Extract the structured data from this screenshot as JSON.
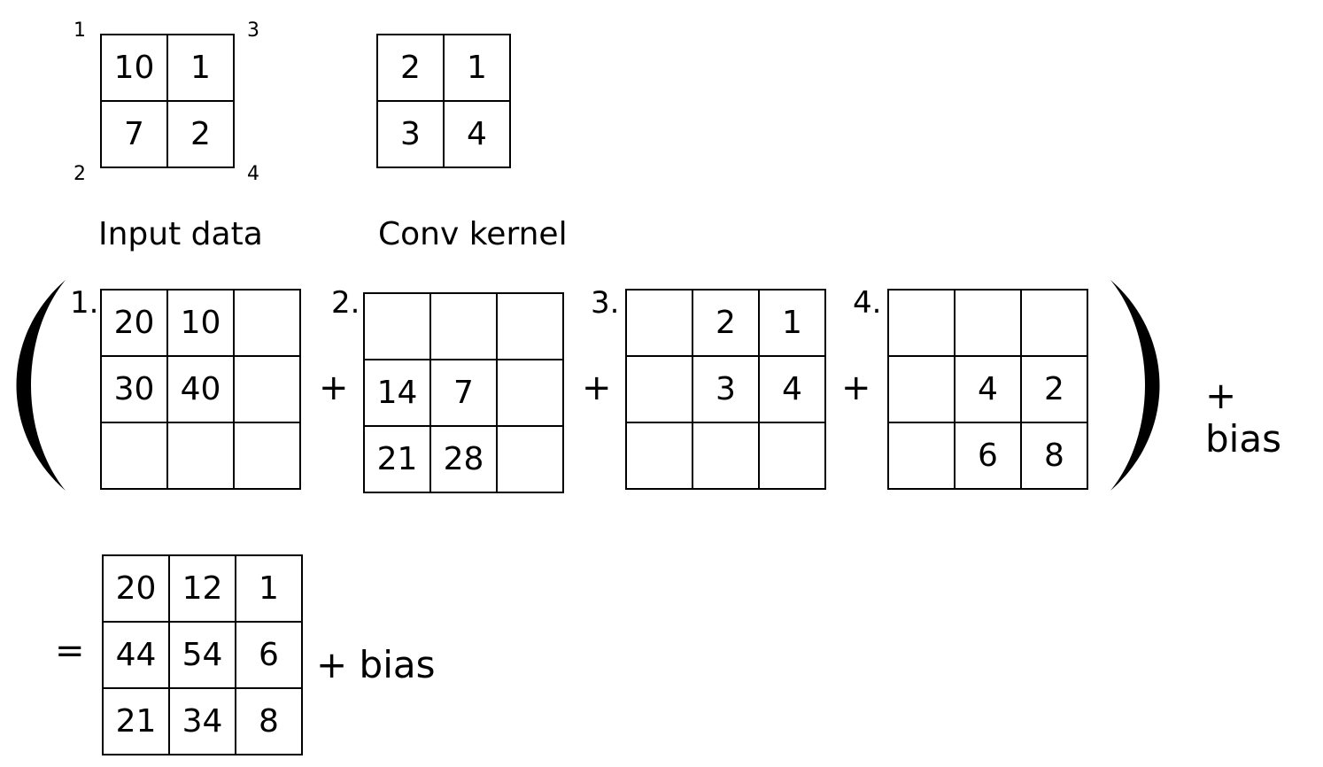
{
  "input": {
    "caption": "Input data",
    "corners": [
      "1",
      "3",
      "2",
      "4"
    ],
    "cells": [
      "10",
      "1",
      "7",
      "2"
    ]
  },
  "kernel": {
    "caption": "Conv kernel",
    "cells": [
      "2",
      "1",
      "3",
      "4"
    ]
  },
  "steps": [
    {
      "label": "1.",
      "cells": [
        "20",
        "10",
        "",
        "30",
        "40",
        "",
        "",
        "",
        ""
      ]
    },
    {
      "label": "2.",
      "cells": [
        "",
        "",
        "",
        "14",
        "7",
        "",
        "21",
        "28",
        ""
      ]
    },
    {
      "label": "3.",
      "cells": [
        "",
        "2",
        "1",
        "",
        "3",
        "4",
        "",
        "",
        ""
      ]
    },
    {
      "label": "4.",
      "cells": [
        "",
        "",
        "",
        "",
        "4",
        "2",
        "",
        "6",
        "8"
      ]
    }
  ],
  "operators": {
    "plus": "+",
    "equals": "=",
    "bias_term": "+ bias"
  },
  "result": {
    "cells": [
      "20",
      "12",
      "1",
      "44",
      "54",
      "6",
      "21",
      "34",
      "8"
    ]
  }
}
